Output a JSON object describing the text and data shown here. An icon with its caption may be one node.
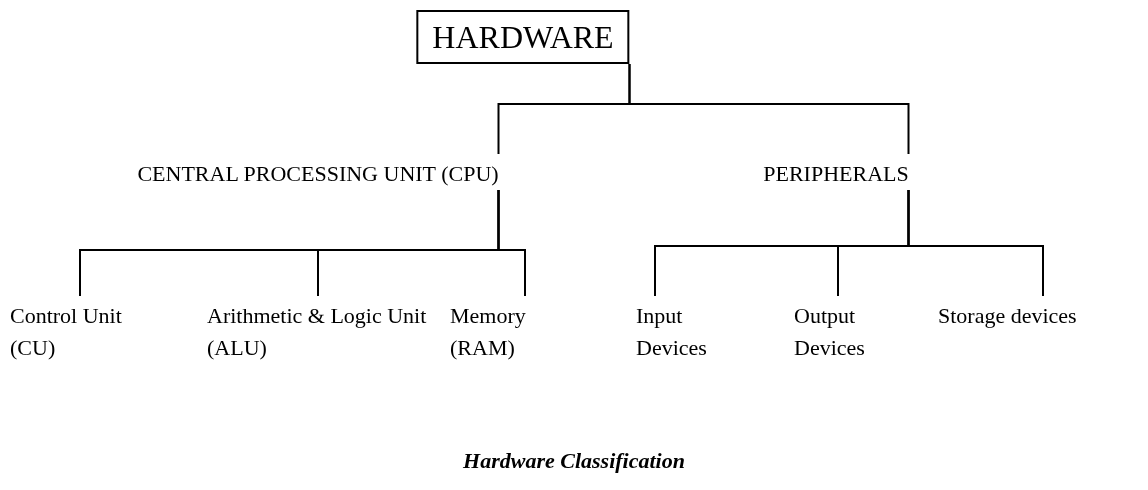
{
  "diagram": {
    "caption": "Hardware Classification",
    "nodes": [
      {
        "text": [
          "HARDWARE"
        ]
      },
      {
        "text": [
          "CENTRAL PROCESSING UNIT (CPU)"
        ]
      },
      {
        "text": [
          "PERIPHERALS"
        ]
      },
      {
        "text": [
          "Control Unit (CU)"
        ]
      },
      {
        "text": [
          "Arithmetic & Logic Unit (ALU)"
        ]
      },
      {
        "text": [
          "Memory (RAM)"
        ]
      },
      {
        "text": [
          "Input Devices"
        ]
      },
      {
        "text": [
          "Output Devices"
        ]
      },
      {
        "text": [
          "Storage devices"
        ]
      }
    ],
    "edges": [
      {
        "from": 0,
        "to": 1,
        "arrow": "none"
      },
      {
        "from": 0,
        "to": 2,
        "arrow": "none"
      },
      {
        "from": 1,
        "to": 3,
        "arrow": "none"
      },
      {
        "from": 1,
        "to": 4,
        "arrow": "none"
      },
      {
        "from": 1,
        "to": 5,
        "arrow": "none"
      },
      {
        "from": 2,
        "to": 6,
        "arrow": "none"
      },
      {
        "from": 2,
        "to": 7,
        "arrow": "none"
      },
      {
        "from": 2,
        "to": 8,
        "arrow": "none"
      }
    ]
  }
}
